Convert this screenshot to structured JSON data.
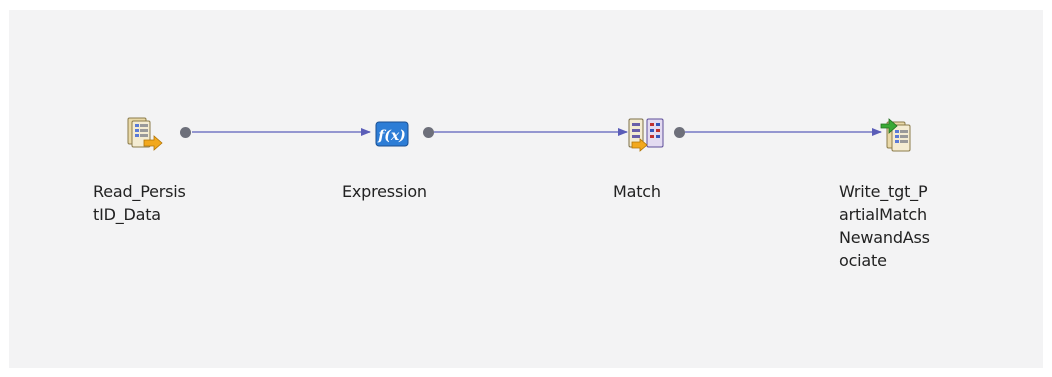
{
  "mapping_canvas": {
    "nodes": [
      {
        "id": "read",
        "label": "Read_Persis\ntID_Data",
        "icon": "read-source-icon"
      },
      {
        "id": "expr",
        "label": "Expression",
        "icon": "expression-fx-icon"
      },
      {
        "id": "match",
        "label": "Match",
        "icon": "match-transform-icon"
      },
      {
        "id": "write",
        "label": "Write_tgt_P\nartialMatch\nNewandAss\nociate",
        "icon": "write-target-icon"
      }
    ],
    "links": [
      {
        "from": "read",
        "to": "expr"
      },
      {
        "from": "expr",
        "to": "match"
      },
      {
        "from": "match",
        "to": "write"
      }
    ],
    "colors": {
      "canvas_background": "#f3f3f4",
      "link_line": "#7577c4",
      "port": "#6d6f7a"
    }
  }
}
